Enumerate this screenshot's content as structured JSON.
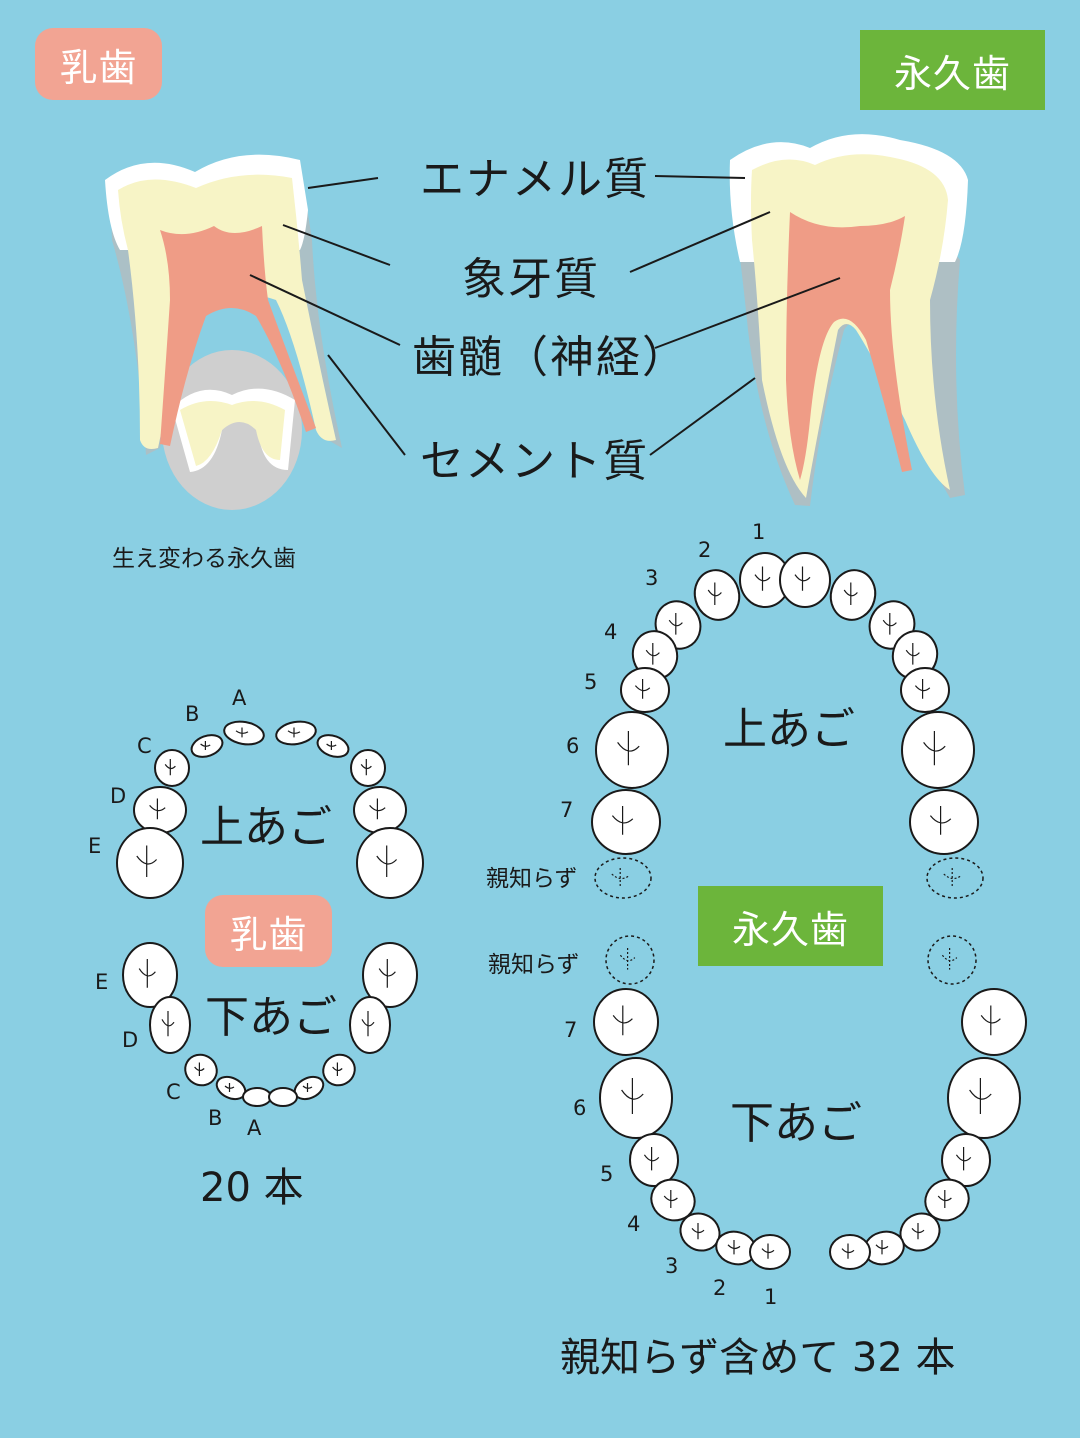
{
  "badges": {
    "primary_top": "乳歯",
    "permanent_top": "永久歯",
    "primary_mid": "乳歯",
    "permanent_mid": "永久歯"
  },
  "anatomy": {
    "enamel": "エナメル質",
    "dentin": "象牙質",
    "pulp": "歯髄（神経）",
    "cementum": "セメント質"
  },
  "successor_caption": "生え変わる永久歯",
  "primary_arch": {
    "upper_label": "上あご",
    "lower_label": "下あご",
    "upper_letters": [
      "A",
      "B",
      "C",
      "D",
      "E"
    ],
    "lower_letters": [
      "E",
      "D",
      "C",
      "B",
      "A"
    ],
    "total": "20 本"
  },
  "permanent_arch": {
    "upper_label": "上あご",
    "lower_label": "下あご",
    "upper_numbers": [
      "1",
      "2",
      "3",
      "4",
      "5",
      "6",
      "7"
    ],
    "lower_numbers": [
      "7",
      "6",
      "5",
      "4",
      "3",
      "2",
      "1"
    ],
    "wisdom_upper": "親知らず",
    "wisdom_lower": "親知らず",
    "total": "親知らず含めて 32 本"
  },
  "colors": {
    "background": "#8acfe3",
    "pink_badge": "#f2a493",
    "green_badge": "#6cb53b",
    "enamel": "#ffffff",
    "dentin": "#f7f4c6",
    "pulp": "#ef9c86",
    "cementum": "#b9b9b9",
    "successor_bud": "#cfcfcf"
  }
}
